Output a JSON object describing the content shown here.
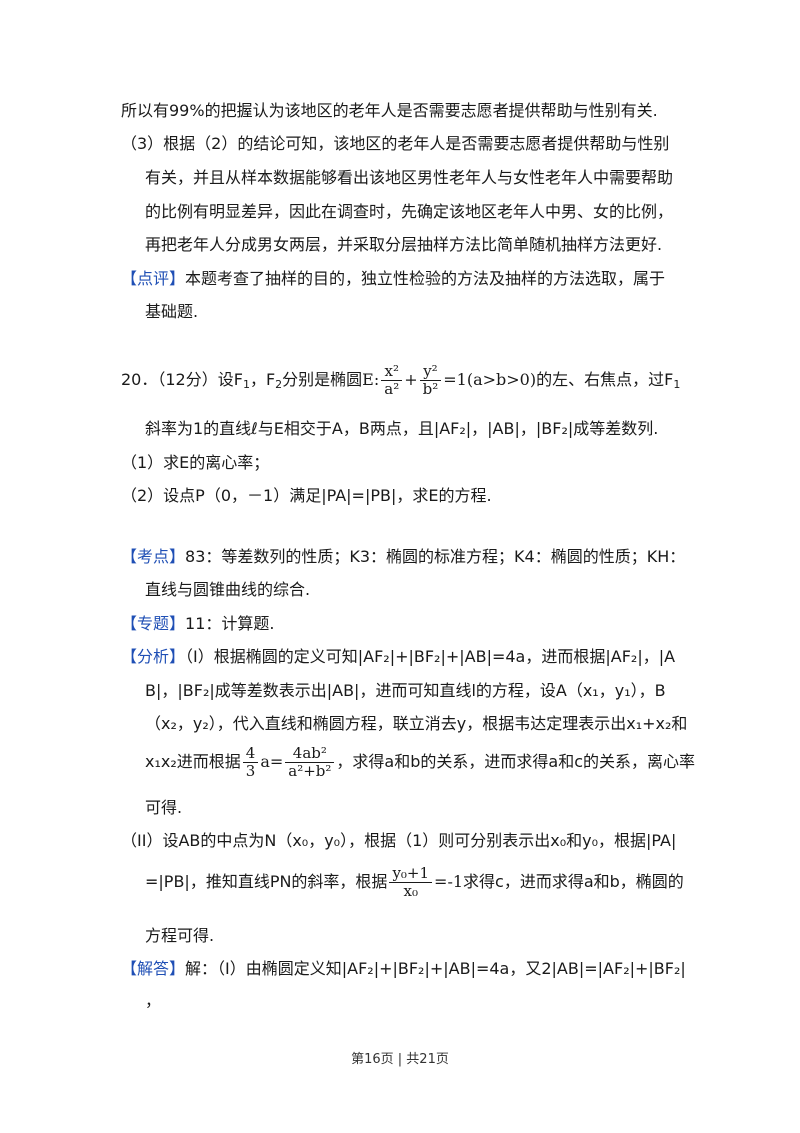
{
  "lines": {
    "l1": "所以有99%的把握认为该地区的老年人是否需要志愿者提供帮助与性别有关.",
    "l2": "（3）根据（2）的结论可知，该地区的老年人是否需要志愿者提供帮助与性别",
    "l3": "有关，并且从样本数据能够看出该地区男性老年人与女性老年人中需要帮助",
    "l4": "的比例有明显差异，因此在调查时，先确定该地区老年人中男、女的比例，",
    "l5": "再把老年人分成男女两层，并采取分层抽样方法比简单随机抽样方法更好.",
    "l6_tag": "【点评】",
    "l6": "本题考查了抽样的目的，独立性检验的方法及抽样的方法选取，属于",
    "l7": "基础题.",
    "q20_a": "20．（12分）设F",
    "q20_s1": "1",
    "q20_b": "，F",
    "q20_s2": "2",
    "q20_c": "分别是椭圆",
    "q20_e": "E:",
    "q20_fx_num": "x²",
    "q20_fx_den": "a²",
    "q20_plus": "+",
    "q20_fy_num": "y²",
    "q20_fy_den": "b²",
    "q20_eq": "=1(a>b>0)",
    "q20_d": "的左、右焦点，过F",
    "q20_s3": "1",
    "l9": "斜率为1的直线ℓ与E相交于A，B两点，且|AF₂|，|AB|，|BF₂|成等差数列.",
    "l10": "（1）求E的离心率；",
    "l11": "（2）设点P（0，－1）满足|PA|=|PB|，求E的方程.",
    "kd_tag": "【考点】",
    "kd": "83：等差数列的性质；K3：椭圆的标准方程；K4：椭圆的性质；KH：",
    "kd2": "直线与圆锥曲线的综合.",
    "zt_tag": "【专题】",
    "zt": "11：计算题.",
    "fx_tag": "【分析】",
    "fx1": "（I）根据椭圆的定义可知|AF₂|+|BF₂|+|AB|=4a，进而根据|AF₂|，|A",
    "fx2": "B|，|BF₂|成等差数表示出|AB|，进而可知直线l的方程，设A（x₁，y₁），B",
    "fx3": "（x₂，y₂），代入直线和椭圆方程，联立消去y，根据韦达定理表示出x₁+x₂和",
    "fx4_a": "x₁x₂进而根据",
    "fx4_f1_num": "4",
    "fx4_f1_den": "3",
    "fx4_a_eq": "a=",
    "fx4_f2_num": "4ab²",
    "fx4_f2_den": "a²+b²",
    "fx4_b": "，求得a和b的关系，进而求得a和c的关系，离心率",
    "fx5": "可得.",
    "fx6": "（II）设AB的中点为N（x₀，y₀），根据（1）则可分别表示出x₀和y₀，根据|PA|",
    "fx7_a": "=|PB|，推知直线PN的斜率，根据",
    "fx7_f_num": "y₀+1",
    "fx7_f_den": "x₀",
    "fx7_eq": "=-1",
    "fx7_b": "求得c，进而求得a和b，椭圆的",
    "fx8": "方程可得.",
    "jd_tag": "【解答】",
    "jd": "解：（I）由椭圆定义知|AF₂|+|BF₂|+|AB|=4a，又2|AB|=|AF₂|+|BF₂|",
    "jd2": "，",
    "footer": "第16页 | 共21页"
  }
}
